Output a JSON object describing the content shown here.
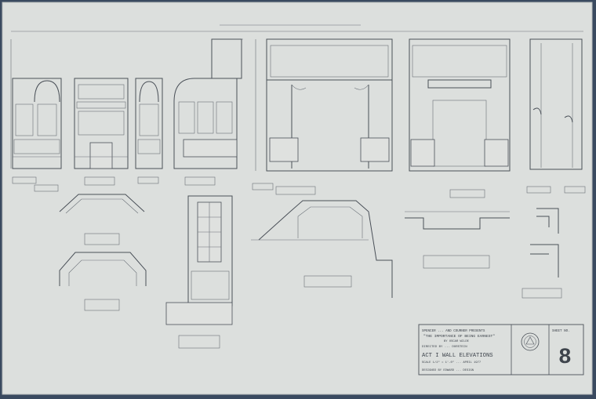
{
  "title_block": {
    "line1": "SPENCER ... AND COURNER PRESENTS",
    "line2": "\"THE IMPORTANCE OF BEING EARNEST\"",
    "line3": "BY OSCAR WILDE",
    "line4": "DIRECTED BY ... DORSTEIN",
    "line5": "ACT I WALL ELEVATIONS",
    "line6": "SCALE 1/2\" = 1'-0\" ... APRIL 1977",
    "line7": "DESIGNED BY EDWARD ... DESIGN",
    "sheet_label": "SHEET NO.",
    "sheet_number": "8"
  },
  "colors": {
    "paper": "#dcdfdd",
    "ink": "#4a5058",
    "background": "#3a4a60"
  }
}
